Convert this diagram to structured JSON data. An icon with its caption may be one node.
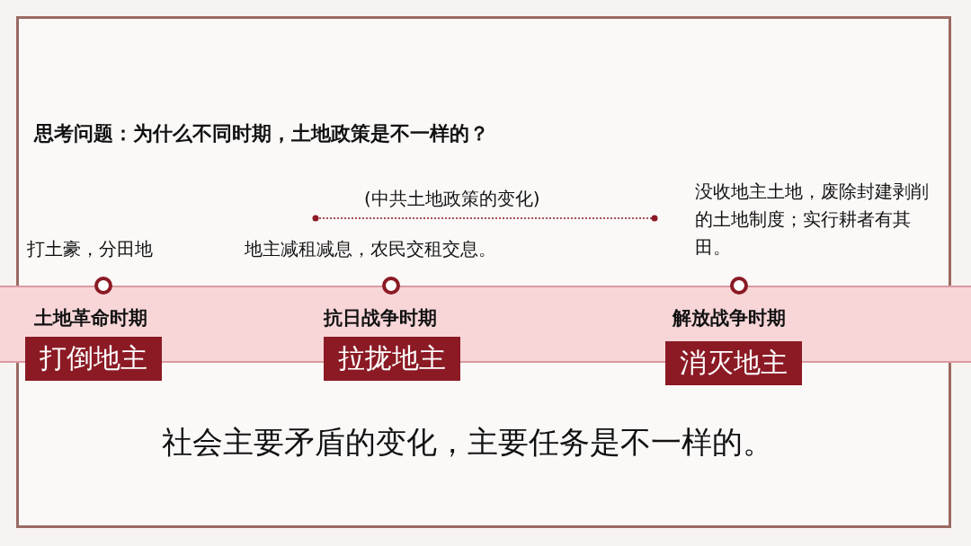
{
  "diagram": {
    "title": "思考问题：为什么不同时期，土地政策是不一样的？",
    "nodes": [
      {
        "text": [
          "土地革命时期",
          "打倒地主"
        ],
        "beside": [
          "打土豪，分田地"
        ]
      },
      {
        "text": [
          "抗日战争时期",
          "拉拢地主"
        ],
        "beside": [
          "地主减租减息，农民交租交息。"
        ]
      },
      {
        "text": [
          "解放战争时期",
          "消灭地主"
        ],
        "beside": [
          "没收地主土地，废除封建剥削的土地制度；实行耕者有其田。"
        ]
      }
    ],
    "edges": [],
    "labels": [
      "(中共土地政策的变化)"
    ],
    "caption": "社会主要矛盾的变化，主要任务是不一样的。"
  }
}
